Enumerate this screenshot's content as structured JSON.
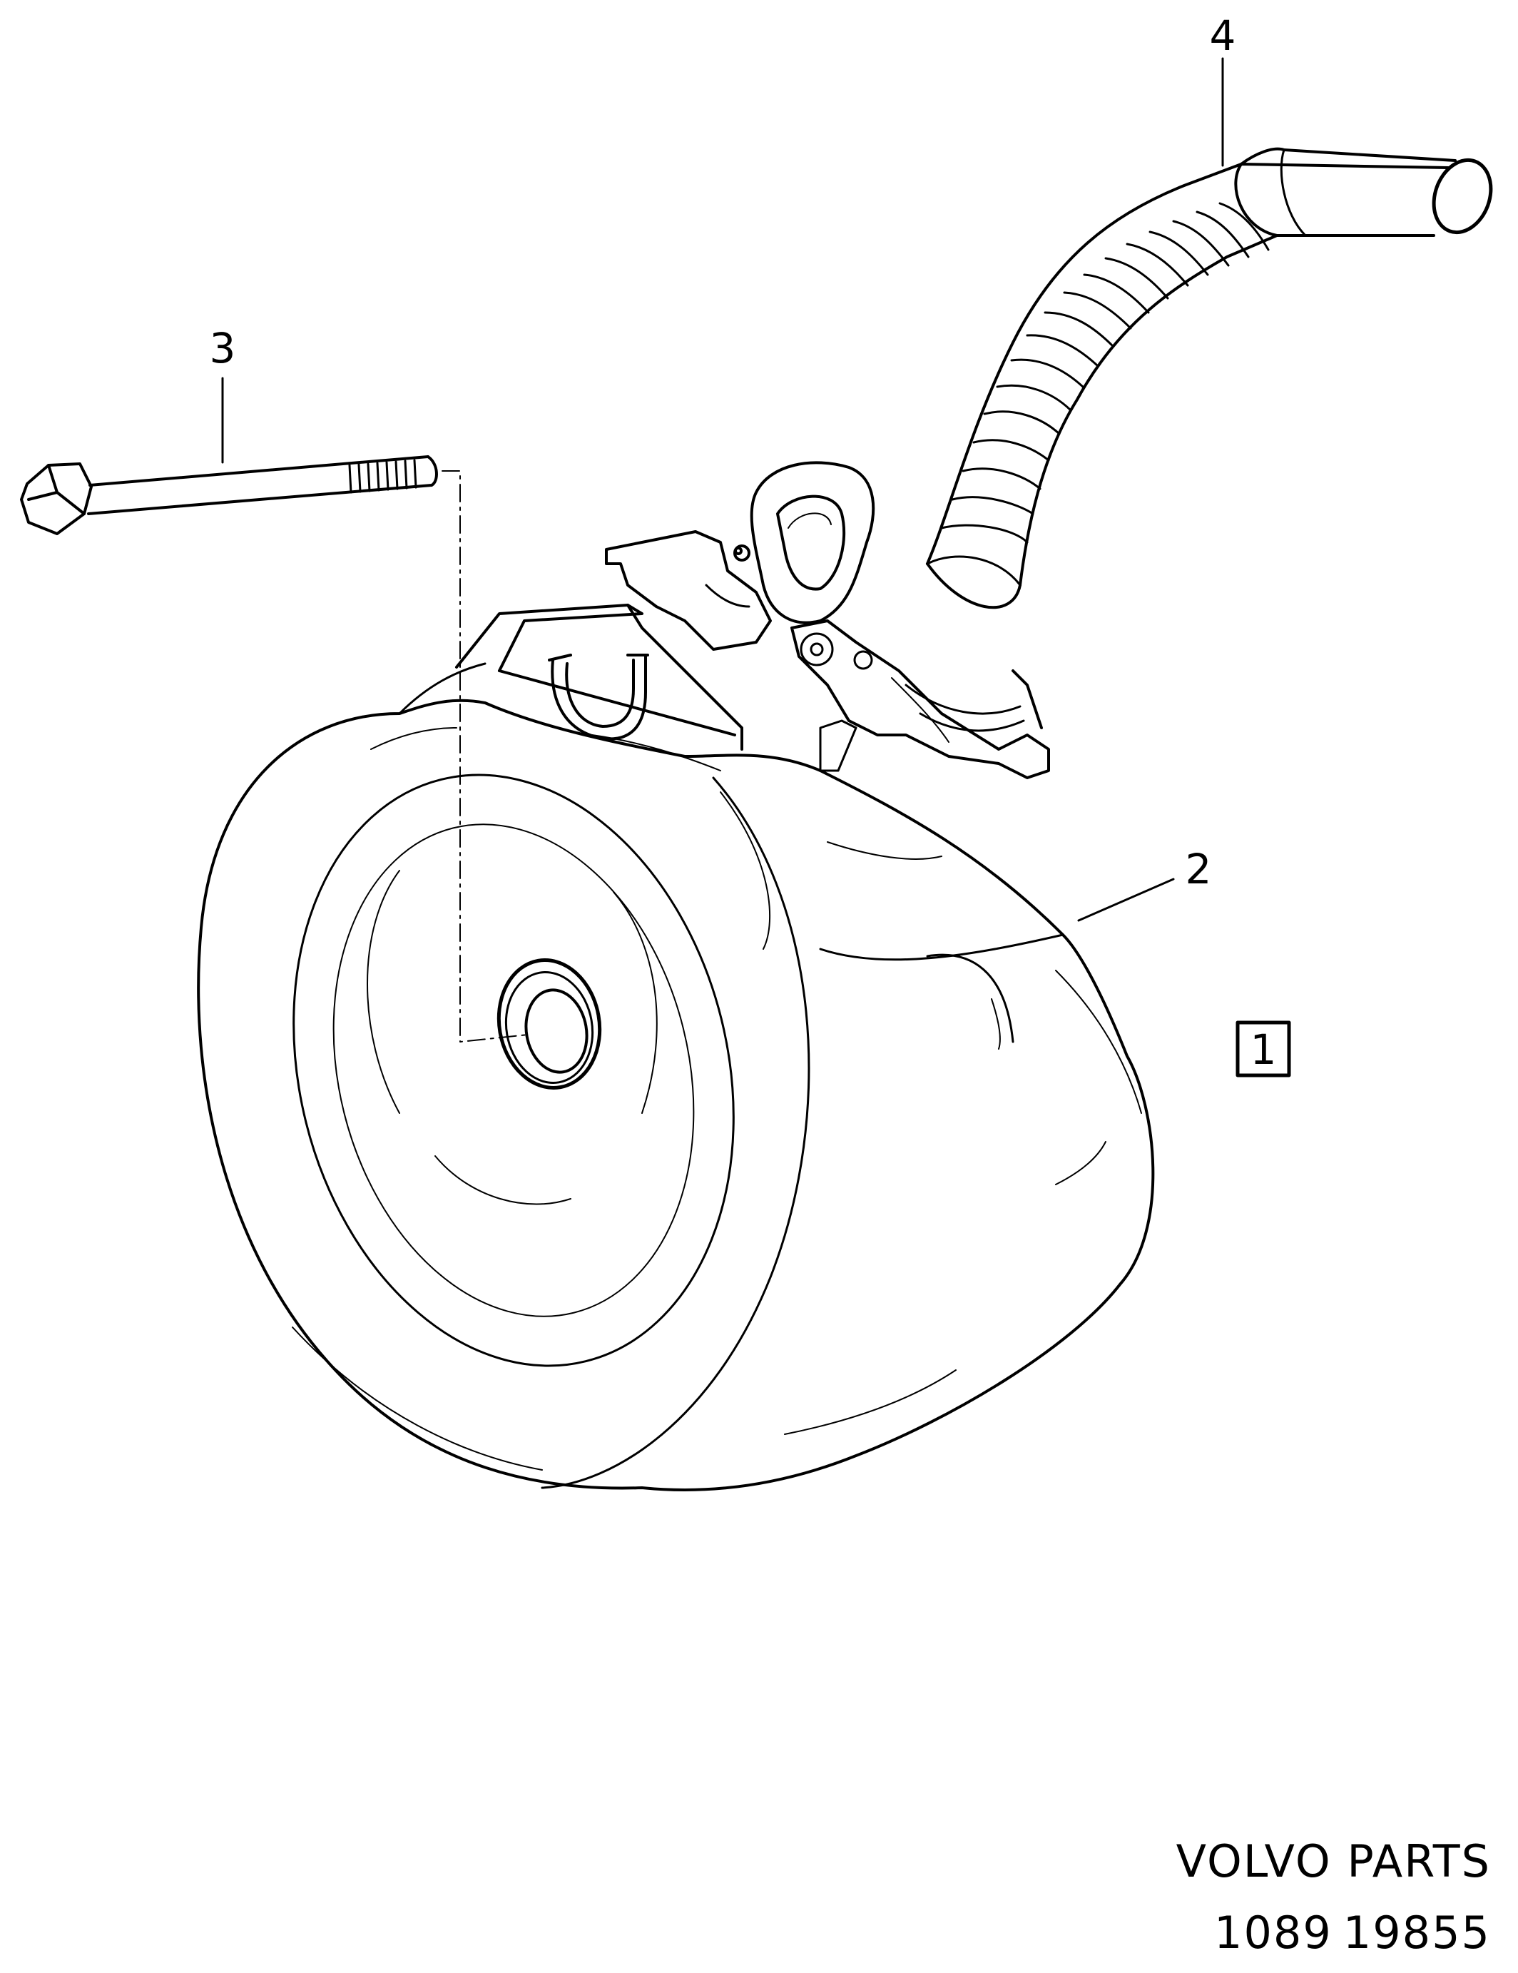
{
  "callouts": {
    "part_1": "1",
    "part_2": "2",
    "part_3": "3",
    "part_4": "4"
  },
  "footer": {
    "brand": "VOLVO PARTS",
    "date_code": "1089",
    "drawing_number": "19855"
  },
  "colors": {
    "line": "#000000",
    "background": "#ffffff"
  }
}
